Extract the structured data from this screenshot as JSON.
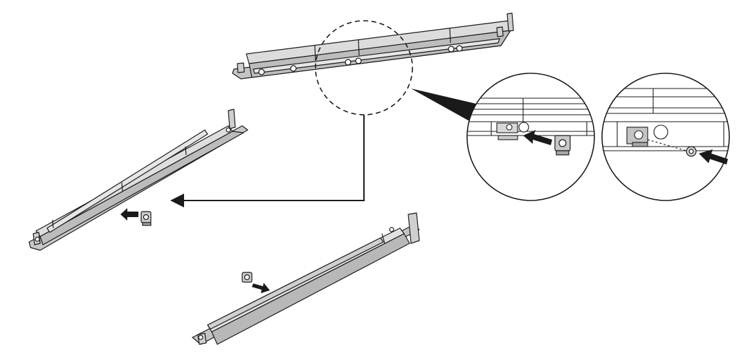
{
  "figure": {
    "type": "installation-illustration",
    "has_text": false,
    "colors": {
      "background": "#ffffff",
      "line": "#1a1a1a",
      "rail_fill": "#d4d4d4",
      "rail_fill_dark": "#b0b0b0",
      "rail_fill_light": "#e6e6e6",
      "nut_fill": "#c8c8c8",
      "arrow_fill": "#1a1a1a"
    },
    "parts": {
      "top_rail": "rear-rail-assembled",
      "left_rail": "left-rail",
      "bottom_rail": "bottom-rail",
      "cage_nut": "cage-nut",
      "screw": "screw"
    },
    "callouts": {
      "zoom_detail": "dashed-circle-zoom",
      "detail_1": "insert-cage-nut",
      "detail_2": "insert-screw"
    },
    "icons": {
      "arrow": "insert-arrow",
      "leader": "leader-arrow"
    }
  }
}
